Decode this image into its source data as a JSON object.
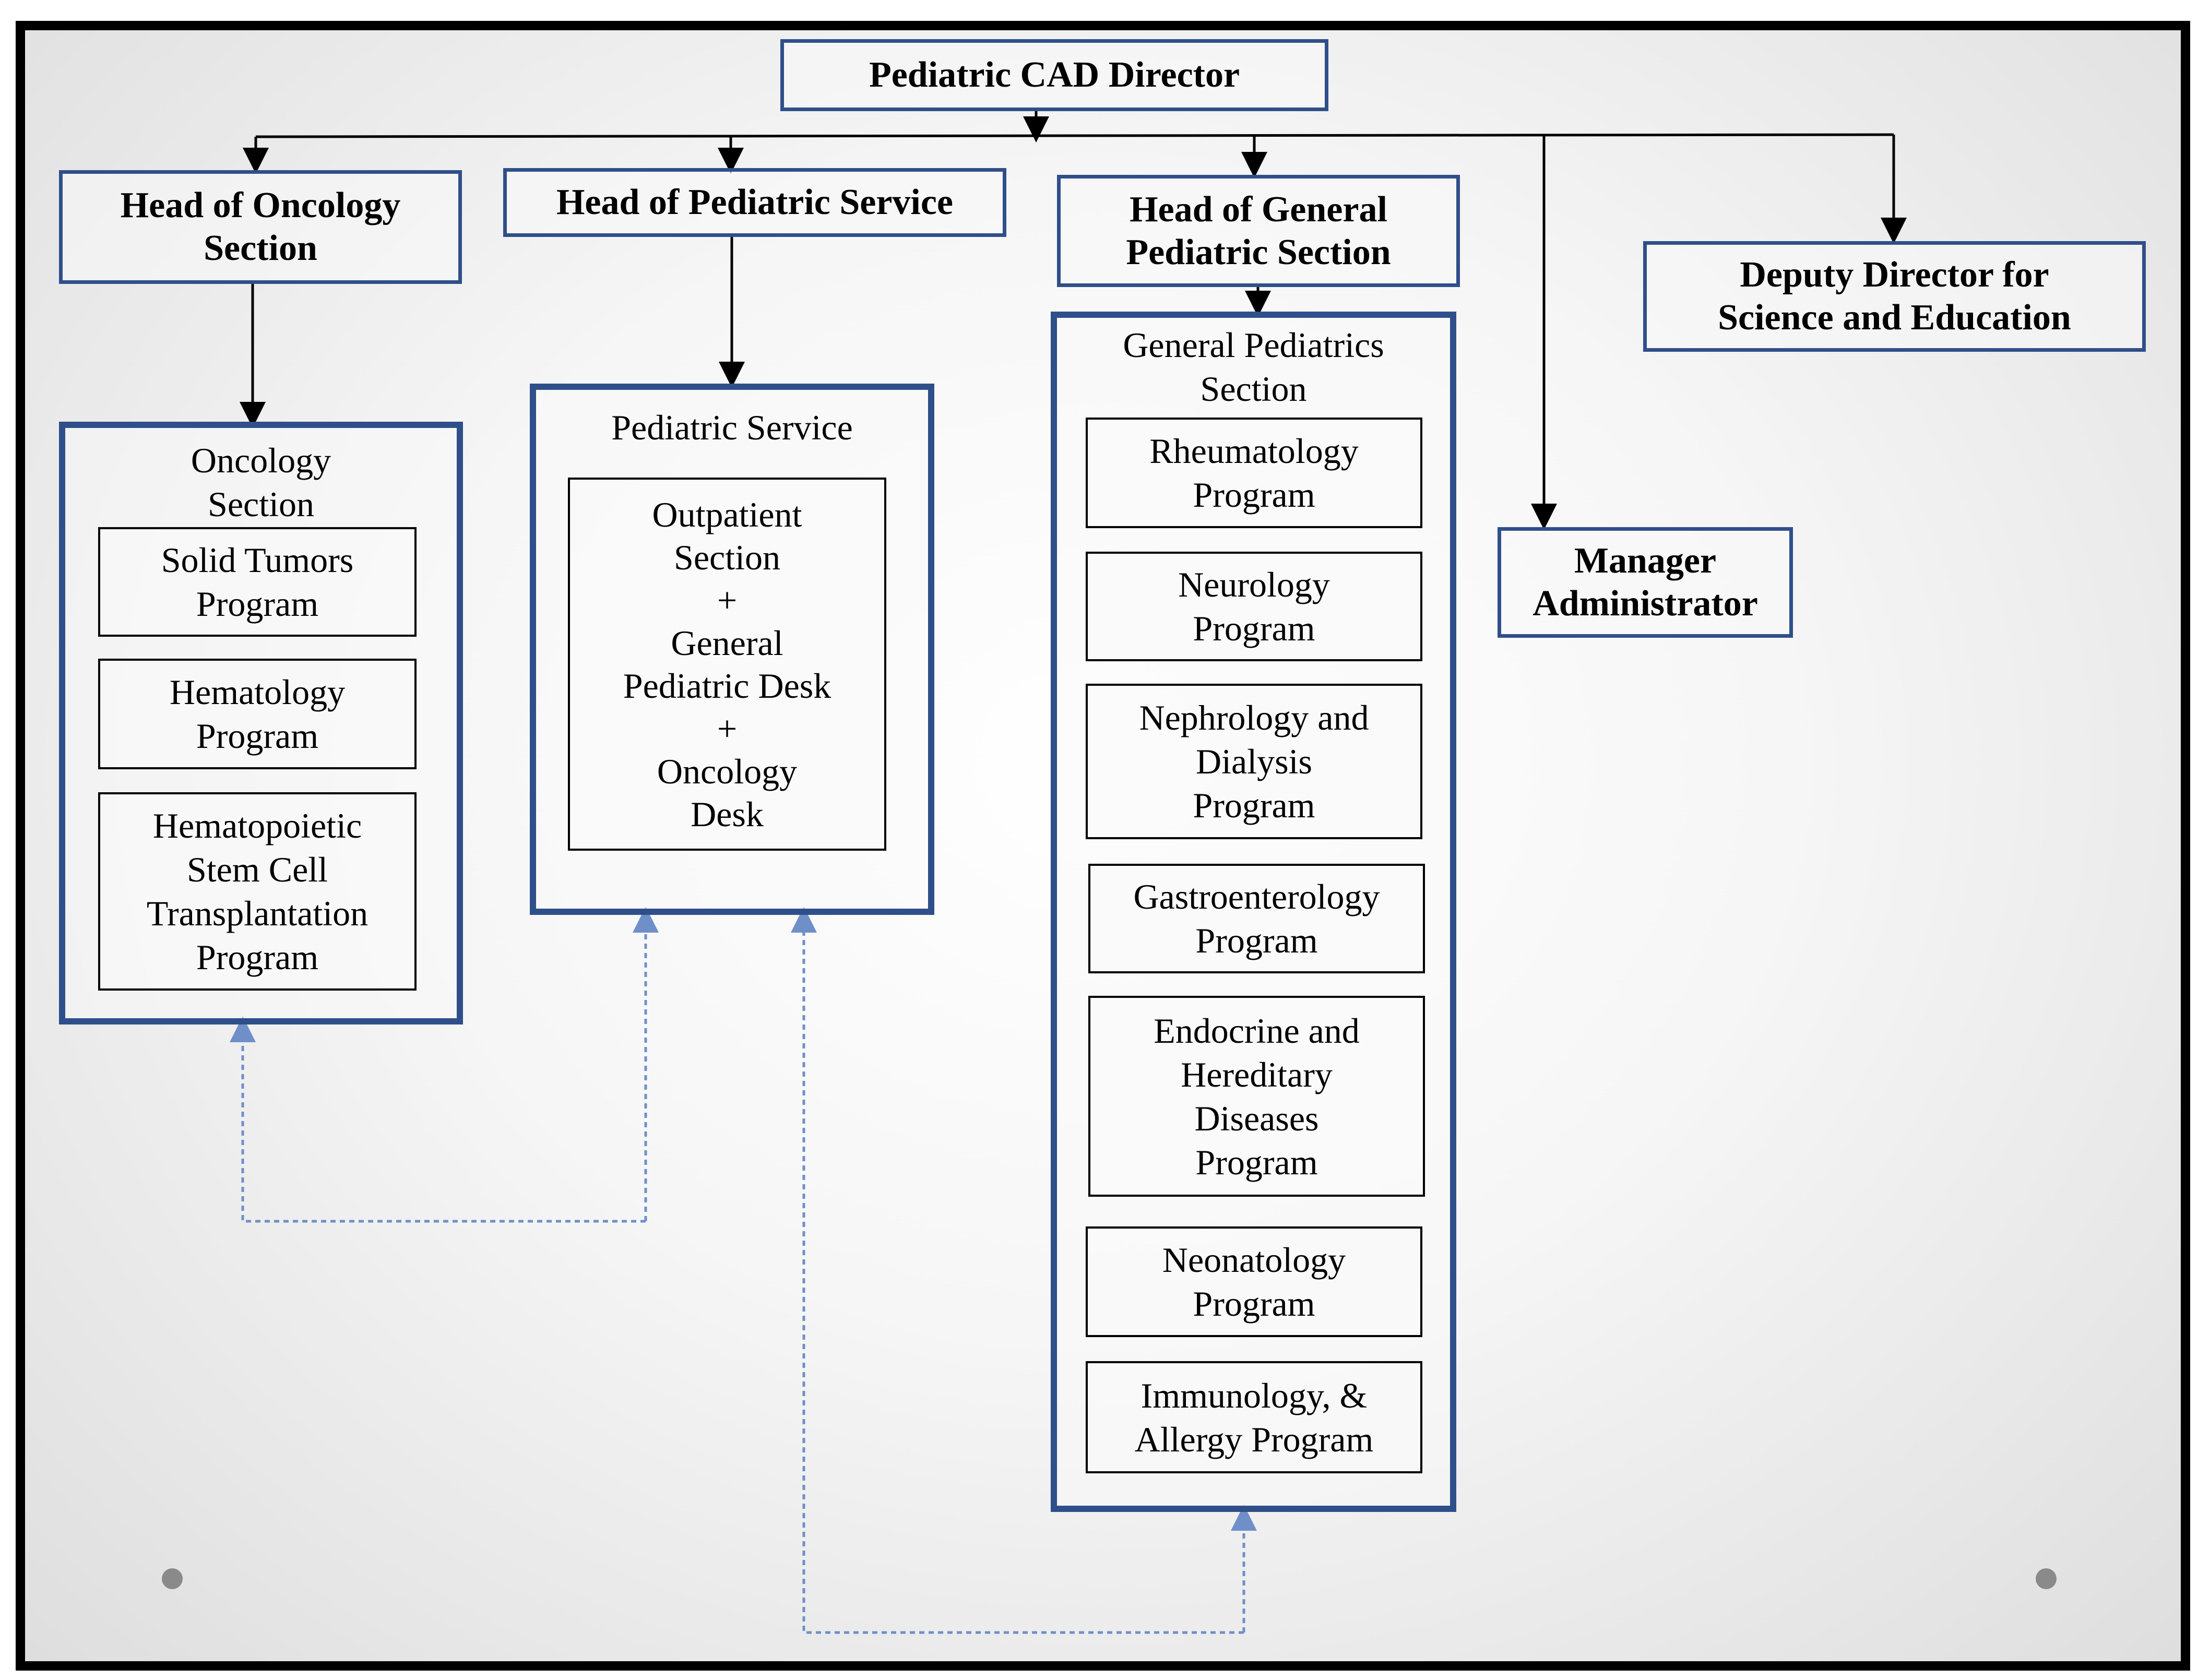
{
  "director": "Pediatric CAD Director",
  "heads": {
    "oncology": "Head of Oncology\nSection",
    "pediatric_service": "Head of Pediatric Service",
    "general": "Head of General\nPediatric Section",
    "deputy": "Deputy Director for\nScience and Education",
    "manager": "Manager\nAdministrator"
  },
  "oncology_section": {
    "title": "Oncology\nSection",
    "programs": [
      "Solid Tumors\nProgram",
      "Hematology\nProgram",
      "Hematopoietic\nStem Cell\nTransplantation\nProgram"
    ]
  },
  "pediatric_service_section": {
    "title": "Pediatric Service",
    "content": "Outpatient\nSection\n+\nGeneral\nPediatric Desk\n+\nOncology\nDesk"
  },
  "general_section": {
    "title": "General Pediatrics\nSection",
    "programs": [
      "Rheumatology\nProgram",
      "Neurology\nProgram",
      "Nephrology and\nDialysis\nProgram",
      "Gastroenterology\nProgram",
      "Endocrine and\nHereditary\nDiseases\nProgram",
      "Neonatology\nProgram",
      "Immunology, &\nAllergy Program"
    ]
  },
  "colors": {
    "box_border": "#2f4f8a",
    "dashed_link": "#6f8fc8",
    "solid_link": "#000000"
  }
}
